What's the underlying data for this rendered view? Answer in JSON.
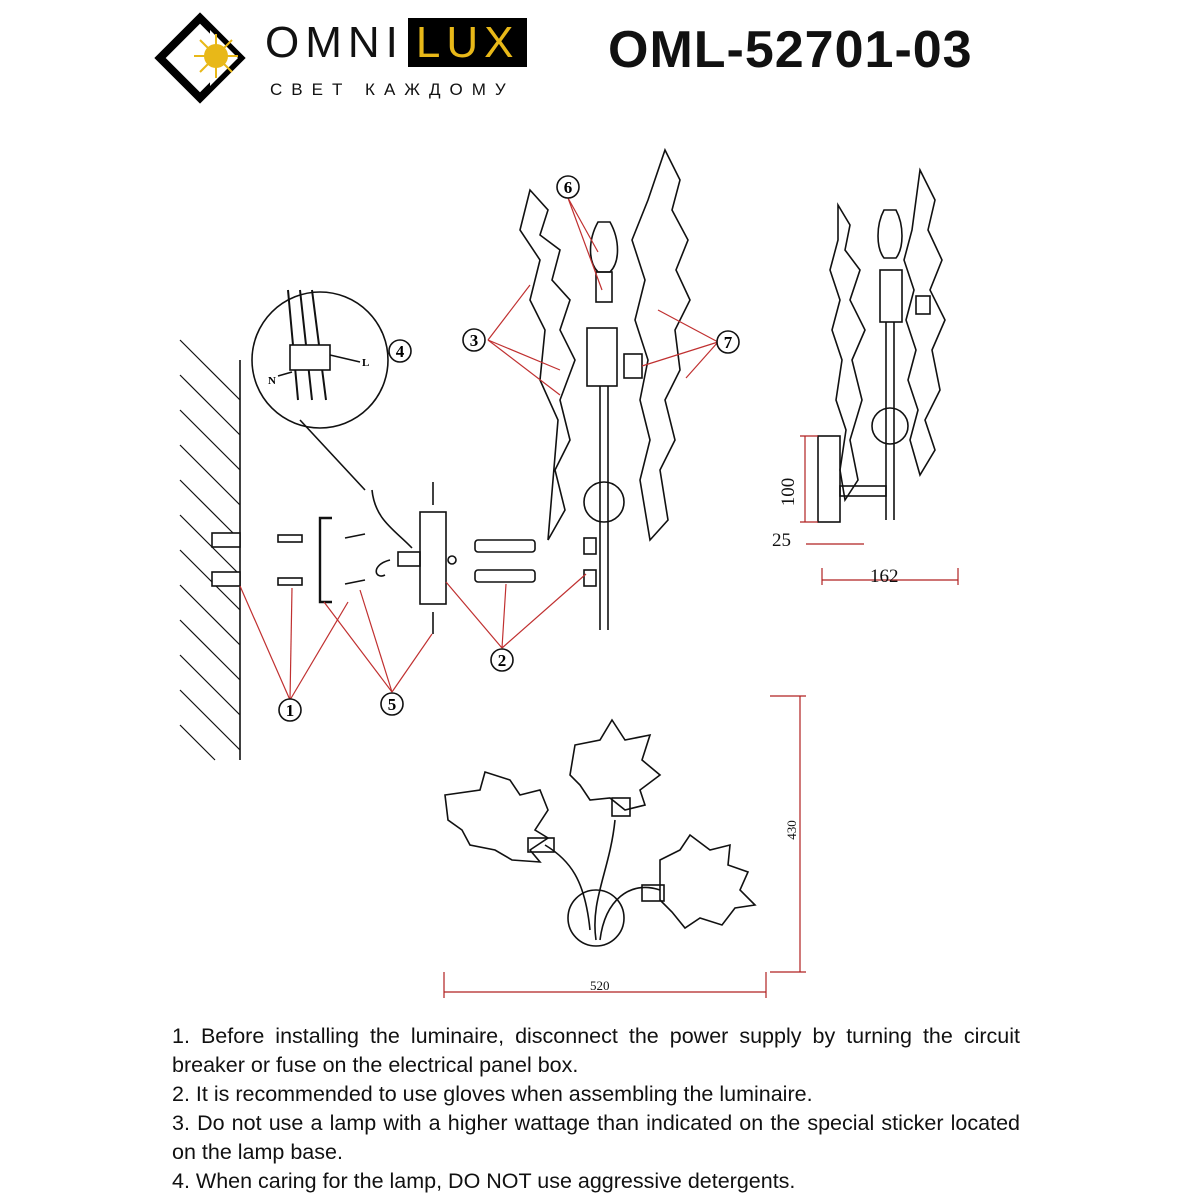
{
  "brand": {
    "name_left": "OMNI",
    "name_right": "LUX",
    "slogan": "СВЕТ КАЖДОМУ",
    "accent_color": "#e8b818"
  },
  "model": "OML-52701-03",
  "callouts": [
    "1",
    "2",
    "3",
    "4",
    "5",
    "6",
    "7"
  ],
  "wiring_labels": {
    "line": "L",
    "neutral": "N"
  },
  "dimensions": {
    "bracket_height": "100",
    "bracket_depth": "25",
    "side_depth": "162",
    "front_height": "430",
    "front_width": "520"
  },
  "instructions": [
    "1. Before installing the luminaire, disconnect the power supply by turning the circuit breaker or fuse on the electrical panel box.",
    "2. It is recommended to use gloves when assembling the luminaire.",
    "3. Do not use a lamp with a higher wattage than indicated on the special sticker located on the lamp base.",
    "4. When caring for the lamp, DO NOT use aggressive detergents."
  ]
}
